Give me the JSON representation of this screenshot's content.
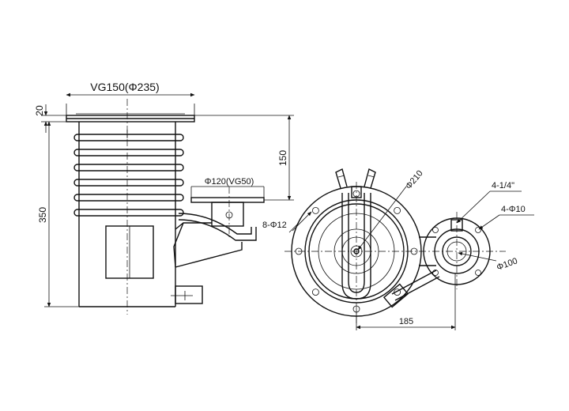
{
  "drawing": {
    "side_view": {
      "inlet_flange_label": "VG150(Φ235)",
      "flange_thickness_label": "20",
      "total_height_label": "350",
      "side_port_offset_label": "150",
      "side_port_label": "Φ120(VG50)"
    },
    "top_view": {
      "body_diameter_label": "Φ210",
      "bolt_holes_label": "8-Φ12",
      "center_distance_label": "185"
    },
    "foreline_port": {
      "thread_label": "4-1/4\"",
      "bolt_holes_label": "4-Φ10",
      "flange_diameter_label": "Φ100"
    }
  }
}
